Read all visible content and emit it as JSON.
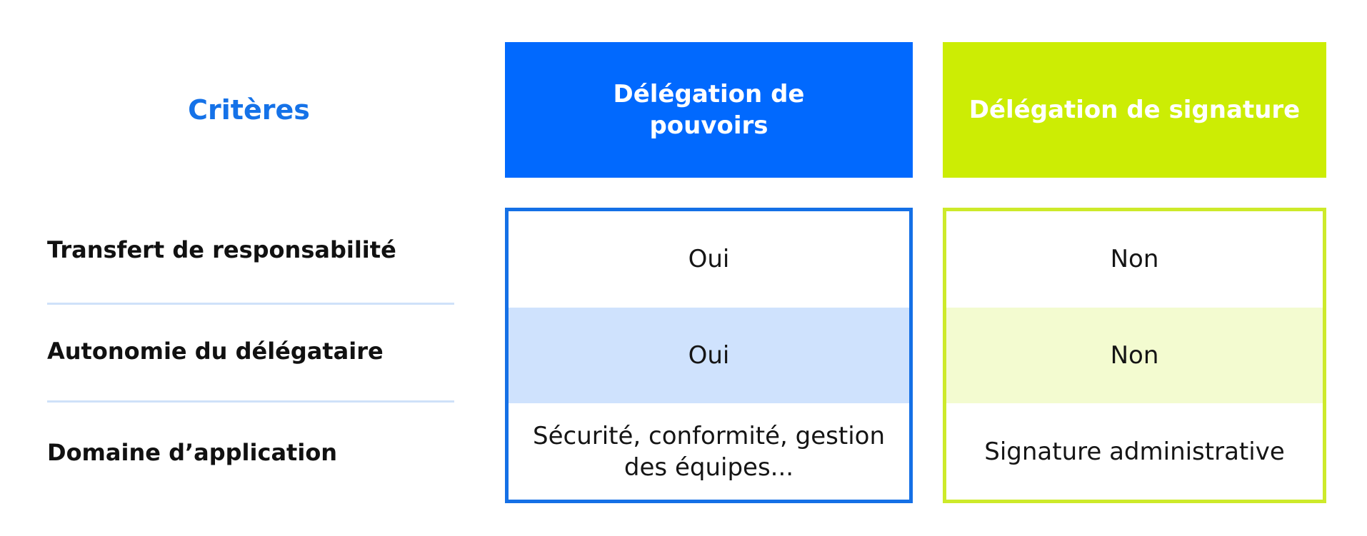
{
  "header": {
    "criteria_label": "Critères",
    "column_a_title": "Délégation de pouvoirs",
    "column_b_title": "Délégation de signature"
  },
  "rows": [
    {
      "label": "Transfert de responsabilité",
      "a": "Oui",
      "b": "Non"
    },
    {
      "label": "Autonomie du délégataire",
      "a": "Oui",
      "b": "Non"
    },
    {
      "label": "Domaine d’application",
      "a": "Sécurité, conformité, gestion des équipes...",
      "b": "Signature administrative"
    }
  ],
  "colors": {
    "criteria_text": "#1572e8",
    "column_a_accent": "#0169fe",
    "column_a_shade": "#cfe2fd",
    "column_b_accent": "#cced04",
    "column_b_shade": "#f3fbd0",
    "divider": "#cfe1f9"
  }
}
